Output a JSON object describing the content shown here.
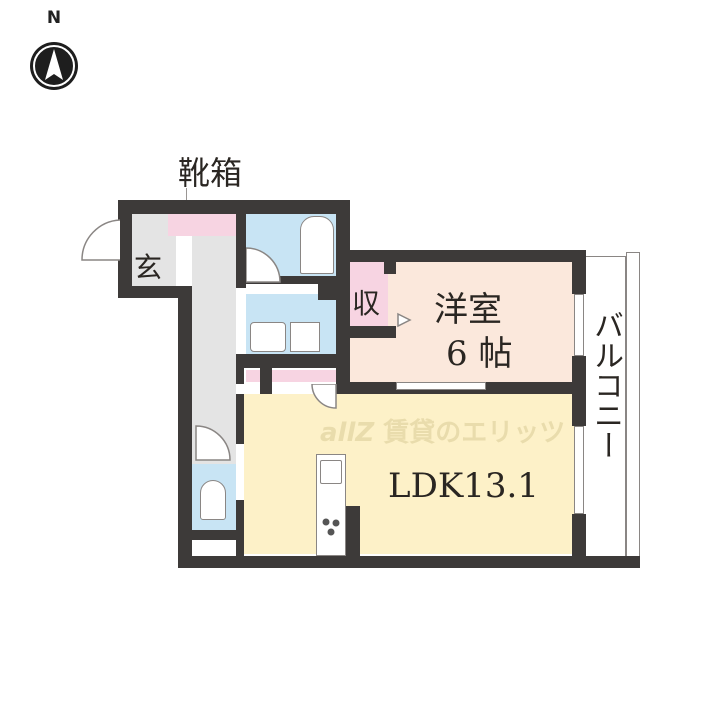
{
  "compass": {
    "letter": "N"
  },
  "labels": {
    "shoe_box": "靴箱",
    "entrance": "玄",
    "storage": "収",
    "western_room_line1": "洋室",
    "western_room_line2": "6 帖",
    "ldk": "LDK13.1",
    "balcony": "バルコニー",
    "watermark": "賃貸のエリッツ"
  },
  "colors": {
    "wall": "#3d3a39",
    "entrance_floor": "#e4e4e4",
    "storage_pink": "#f7d4e2",
    "bath_blue": "#c8e4f4",
    "western_room": "#fbe8dc",
    "ldk": "#fdf1c8",
    "watermark": "#e6d9a8"
  }
}
